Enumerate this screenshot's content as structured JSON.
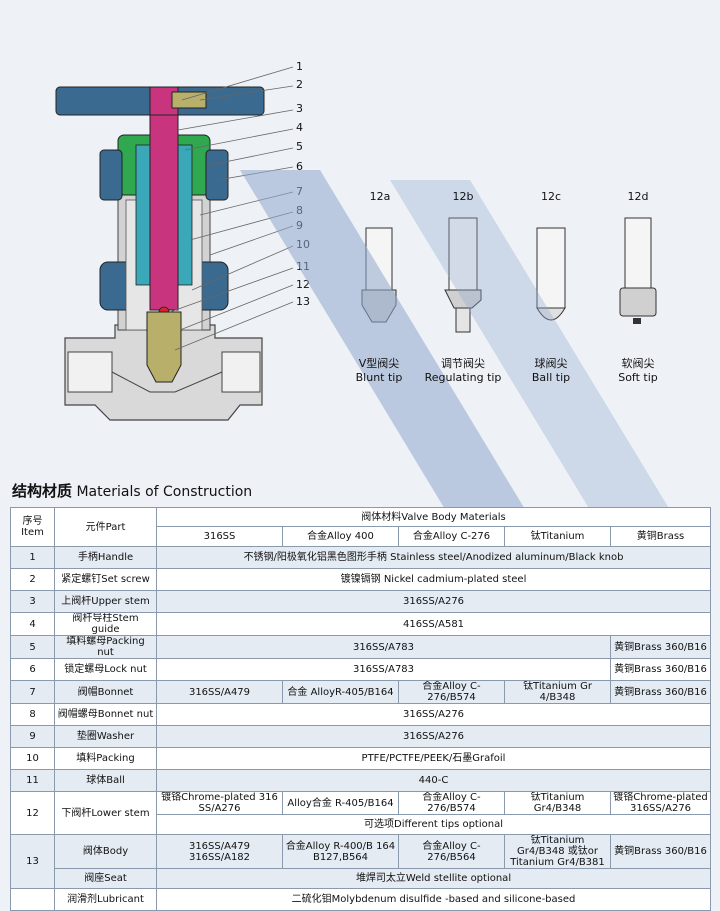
{
  "part_numbers": [
    "1",
    "2",
    "3",
    "4",
    "5",
    "6",
    "7",
    "8",
    "9",
    "10",
    "11",
    "12",
    "13"
  ],
  "tips": [
    {
      "code": "12a",
      "cn": "V型阀尖",
      "en": "Blunt tip"
    },
    {
      "code": "12b",
      "cn": "调节阀尖",
      "en": "Regulating tip"
    },
    {
      "code": "12c",
      "cn": "球阀尖",
      "en": "Ball tip"
    },
    {
      "code": "12d",
      "cn": "软阀尖",
      "en": "Soft tip"
    }
  ],
  "section_title": {
    "cn": "结构材质",
    "en": "Materials of Construction"
  },
  "table": {
    "head_item": "序号\nItem",
    "head_part": "元件Part",
    "head_body": "阀体材料Valve Body Materials",
    "materials": [
      "316SS",
      "合金Alloy 400",
      "合金Alloy C-276",
      "钛Titanium",
      "黄铜Brass"
    ],
    "rows": [
      {
        "item": "1",
        "part": "手柄Handle",
        "cells": [
          "不锈钢/阳极氧化铝黑色图形手柄 Stainless steel/Anodized aluminum/Black knob"
        ]
      },
      {
        "item": "2",
        "part": "紧定螺钉Set screw",
        "cells": [
          "镀镍镉钢 Nickel cadmium-plated steel"
        ]
      },
      {
        "item": "3",
        "part": "上阀杆Upper stem",
        "cells": [
          "316SS/A276"
        ]
      },
      {
        "item": "4",
        "part": "阀杆导柱Stem guide",
        "cells": [
          "416SS/A581"
        ]
      },
      {
        "item": "5",
        "part": "填料螺母Packing nut",
        "cells": [
          "316SS/A783",
          "黄铜Brass 360/B16"
        ]
      },
      {
        "item": "6",
        "part": "锁定螺母Lock nut",
        "cells": [
          "316SS/A783",
          "黄铜Brass 360/B16"
        ]
      },
      {
        "item": "7",
        "part": "阀帽Bonnet",
        "cells": [
          "316SS/A479",
          "合金 AlloyR-405/B164",
          "合金Alloy C-276/B574",
          "钛Titanium  Gr 4/B348",
          "黄铜Brass 360/B16"
        ]
      },
      {
        "item": "8",
        "part": "阀帽螺母Bonnet nut",
        "cells": [
          "316SS/A276"
        ]
      },
      {
        "item": "9",
        "part": "垫圈Washer",
        "cells": [
          "316SS/A276"
        ]
      },
      {
        "item": "10",
        "part": "填料Packing",
        "cells": [
          "PTFE/PCTFE/PEEK/石墨Grafoil"
        ]
      },
      {
        "item": "11",
        "part": "球体Ball",
        "cells": [
          "440-C"
        ]
      },
      {
        "item": "12",
        "part": "下阀杆Lower stem",
        "cells": [
          "镀铬Chrome-plated 316 SS/A276",
          "Alloy合金 R-405/B164",
          "合金Alloy C-276/B574",
          "钛Titanium Gr4/B348",
          "镀铬Chrome-plated 316SS/A276"
        ],
        "note": "可选项Different tips optional"
      },
      {
        "item": "13",
        "part": "阀体Body",
        "part2": "阀座Seat",
        "cells": [
          "316SS/A479 316SS/A182",
          "合金Alloy R-400/B 164 B127,B564",
          "合金Alloy C-276/B564",
          "钛Titanium Gr4/B348 或钛or Titanium Gr4/B381",
          "黄铜Brass 360/B16"
        ],
        "note": "堆焊司太立Weld stellite optional"
      },
      {
        "item": "",
        "part": "润滑剂Lubricant",
        "cells": [
          "二硫化钼Molybdenum disulfide -based and silicone-based"
        ]
      }
    ]
  },
  "colors": {
    "handle": "#3a6a8f",
    "stem": "#c8357e",
    "green": "#2fa84f",
    "teal": "#3aa8b8",
    "body": "#d8d8d8",
    "seat": "#b8b06a",
    "watermark": "#8fa8cc"
  }
}
